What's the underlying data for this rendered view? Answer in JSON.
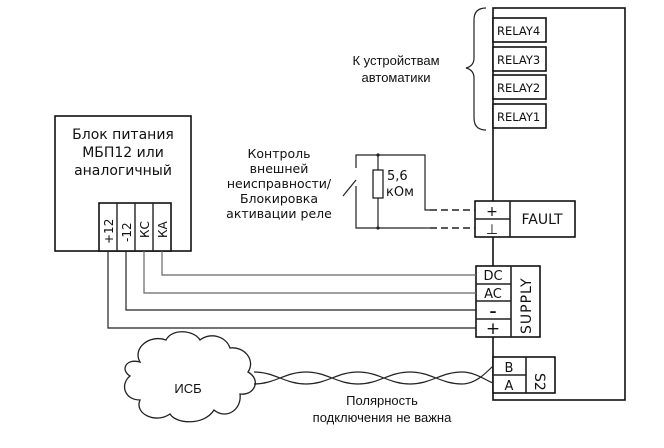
{
  "diagram": {
    "controller": {
      "relays": [
        "RELAY4",
        "RELAY3",
        "RELAY2",
        "RELAY1"
      ],
      "relays_note": [
        "К устройствам",
        "автоматики"
      ],
      "fault": {
        "label": "FAULT",
        "terminals": [
          "+",
          "⊥"
        ]
      },
      "supply": {
        "label": "SUPPLY",
        "terminals": [
          "DC",
          "AC",
          "–",
          "+"
        ]
      },
      "s2": {
        "label": "S2",
        "terminals": [
          "B",
          "A"
        ]
      }
    },
    "power_block": {
      "title": [
        "Блок питания",
        "МБП12 или",
        "аналогичный"
      ],
      "terminals": [
        "+12",
        "-12",
        "КС",
        "КА"
      ]
    },
    "fault_circuit": {
      "note": [
        "Контроль",
        "внешней",
        "неисправности/",
        "Блокировка",
        "активации реле"
      ],
      "resistor": [
        "5,6",
        "кОм"
      ]
    },
    "isb": {
      "label": "ИСБ",
      "note": [
        "Полярность",
        "подключения не важна"
      ]
    },
    "connections": [
      {
        "from": "+12",
        "to": "SUPPLY +"
      },
      {
        "from": "-12",
        "to": "SUPPLY –"
      },
      {
        "from": "КС",
        "to": "SUPPLY AC"
      },
      {
        "from": "КА",
        "to": "SUPPLY DC"
      },
      {
        "from": "ИСБ",
        "to": "S2 A/B"
      }
    ]
  }
}
